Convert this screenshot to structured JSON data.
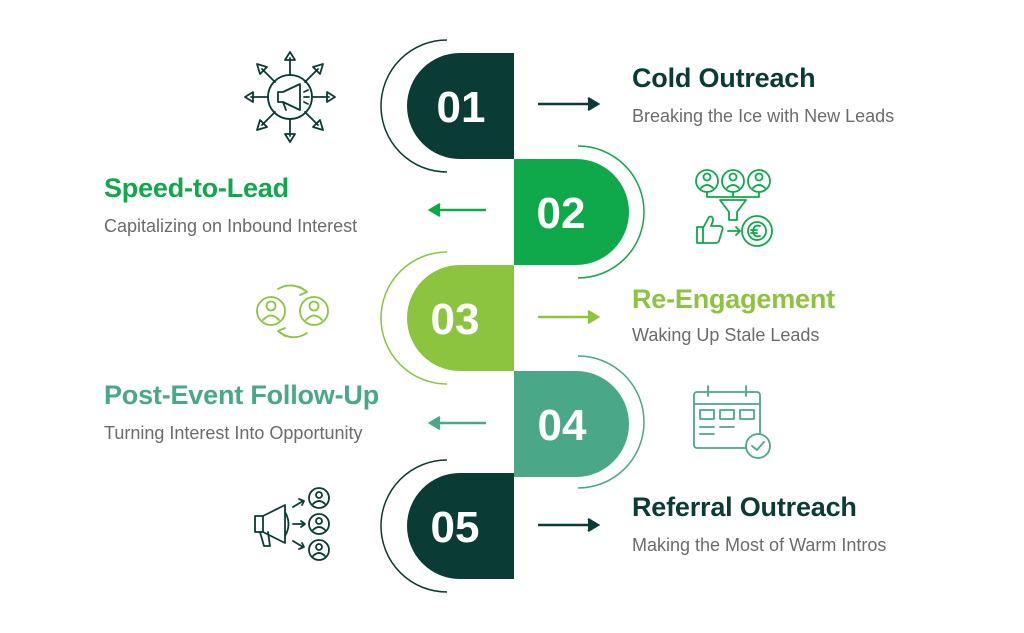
{
  "colors": {
    "dark": "#0a3b34",
    "green": "#0fa84a",
    "lime": "#8cc43f",
    "teal": "#4aa787",
    "text_muted": "#6b6b6b"
  },
  "steps": [
    {
      "number": "01",
      "title": "Cold Outreach",
      "subtitle": "Breaking the Ice with New Leads",
      "color": "#0a3b34",
      "icon": "megaphone-broadcast-icon"
    },
    {
      "number": "02",
      "title": "Speed-to-Lead",
      "subtitle": "Capitalizing on Inbound Interest",
      "color": "#0fa84a",
      "icon": "lead-funnel-conversion-icon"
    },
    {
      "number": "03",
      "title": "Re-Engagement",
      "subtitle": "Waking Up Stale Leads",
      "color": "#8cc43f",
      "icon": "people-refresh-icon"
    },
    {
      "number": "04",
      "title": "Post-Event Follow-Up",
      "subtitle": "Turning Interest Into Opportunity",
      "color": "#4aa787",
      "icon": "calendar-check-icon"
    },
    {
      "number": "05",
      "title": "Referral Outreach",
      "subtitle": "Making the Most of Warm Intros",
      "color": "#0a3b34",
      "icon": "megaphone-referral-icon"
    }
  ]
}
